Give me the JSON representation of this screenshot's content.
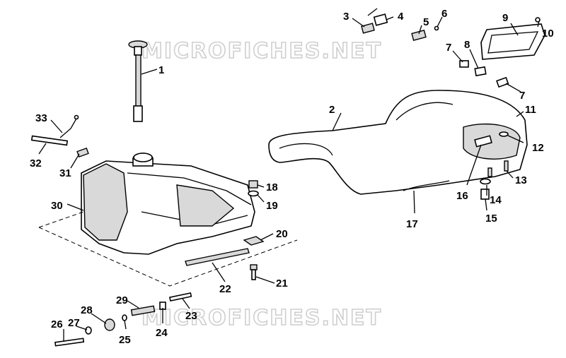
{
  "watermark": "MICROFICHES.NET",
  "callouts": [
    "1",
    "2",
    "3",
    "4",
    "5",
    "6",
    "7",
    "7",
    "8",
    "9",
    "10",
    "11",
    "12",
    "13",
    "14",
    "15",
    "16",
    "17",
    "18",
    "19",
    "20",
    "21",
    "22",
    "23",
    "24",
    "25",
    "26",
    "27",
    "28",
    "29",
    "30",
    "31",
    "32",
    "33"
  ]
}
